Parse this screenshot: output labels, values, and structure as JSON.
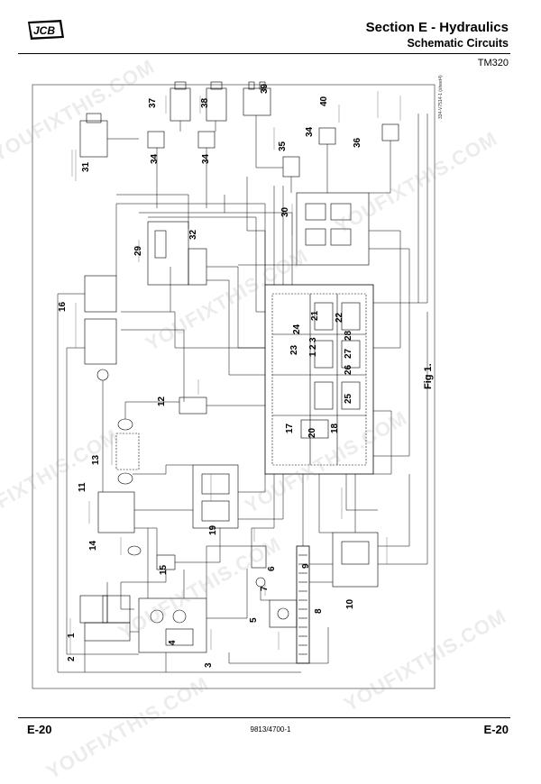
{
  "header": {
    "logo_text": "JCB",
    "title": "Section E - Hydraulics",
    "subtitle": "Schematic Circuits",
    "model": "TM320"
  },
  "footer": {
    "page_left": "E-20",
    "doc_number": "9813/4700-1",
    "page_right": "E-20"
  },
  "figure": {
    "caption": "Fig 1.",
    "side_note": "334-V7514-1 (sheet4)"
  },
  "watermarks": [
    "YOUFIXTHIS.COM",
    "YOUFIXTHIS.COM",
    "YOUFIXTHIS.COM",
    "YOUFIXTHIS.COM",
    "YOUFIXTHIS.COM",
    "YOUFIXTHIS.COM",
    "YOUFIXTHIS.COM",
    "YOUFIXTHIS.COM"
  ],
  "components": [
    {
      "id": "1"
    },
    {
      "id": "2"
    },
    {
      "id": "3"
    },
    {
      "id": "4"
    },
    {
      "id": "5"
    },
    {
      "id": "6"
    },
    {
      "id": "7"
    },
    {
      "id": "8"
    },
    {
      "id": "9"
    },
    {
      "id": "10"
    },
    {
      "id": "11"
    },
    {
      "id": "12"
    },
    {
      "id": "13"
    },
    {
      "id": "14"
    },
    {
      "id": "15"
    },
    {
      "id": "16"
    },
    {
      "id": "17"
    },
    {
      "id": "18"
    },
    {
      "id": "19"
    },
    {
      "id": "20"
    },
    {
      "id": "21"
    },
    {
      "id": "22"
    },
    {
      "id": "23"
    },
    {
      "id": "24"
    },
    {
      "id": "25"
    },
    {
      "id": "26"
    },
    {
      "id": "27"
    },
    {
      "id": "28"
    },
    {
      "id": "29"
    },
    {
      "id": "30"
    },
    {
      "id": "31"
    },
    {
      "id": "32"
    },
    {
      "id": "34"
    },
    {
      "id": "35"
    },
    {
      "id": "36"
    },
    {
      "id": "37"
    },
    {
      "id": "38"
    },
    {
      "id": "39"
    },
    {
      "id": "40"
    }
  ],
  "extra_labels": {
    "label_34b": "34",
    "label_1b": "1",
    "label_2b": "2",
    "label_3b": "3"
  }
}
